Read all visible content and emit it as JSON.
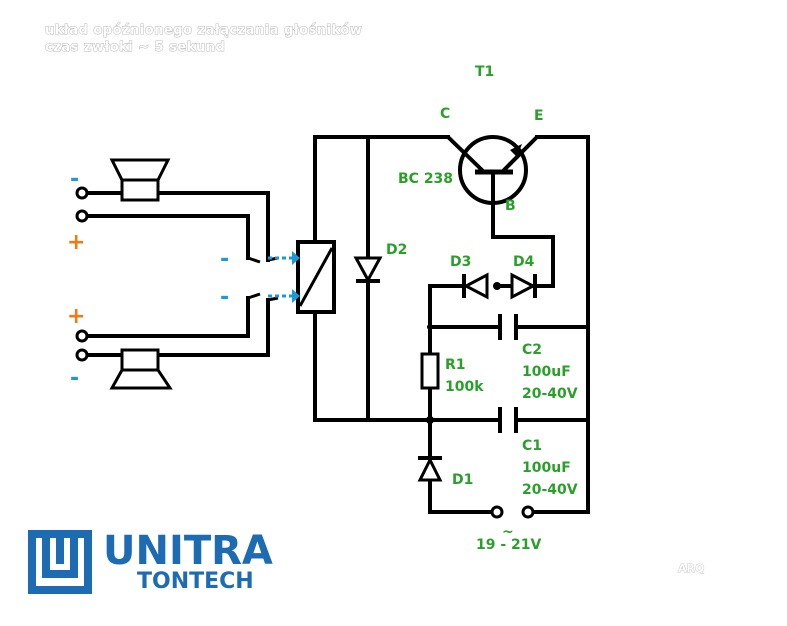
{
  "header": {
    "line1": "układ opóźnionego załączania głośników",
    "line2": "czas zwłoki ~ 5 sekund"
  },
  "components": {
    "transistor": {
      "ref": "T1",
      "type": "BC 238",
      "collector": "C",
      "emitter": "E",
      "base": "B"
    },
    "relay_diode": {
      "ref": "D2"
    },
    "diode_d3": {
      "ref": "D3"
    },
    "diode_d4": {
      "ref": "D4"
    },
    "diode_d1": {
      "ref": "D1"
    },
    "resistor": {
      "ref": "R1",
      "value": "100k"
    },
    "cap_c2": {
      "ref": "C2",
      "value": "100uF",
      "voltage": "20-40V"
    },
    "cap_c1": {
      "ref": "C1",
      "value": "100uF",
      "voltage": "20-40V"
    }
  },
  "supply": {
    "symbol": "~",
    "label": "19 - 21V"
  },
  "speakers": {
    "top": {
      "minus": "-",
      "plus": "+"
    },
    "bottom": {
      "plus": "+",
      "minus": "-"
    },
    "amp_minus_1": "-",
    "amp_minus_2": "-"
  },
  "logo": {
    "line1": "UNITRA",
    "line2": "TONTECH"
  },
  "signature": "ARQ",
  "colors": {
    "wire": "#000000",
    "label_green": "#2aa02a",
    "minus_blue": "#1a9ad7",
    "plus_orange": "#f07a14",
    "logo_blue": "#1c6bb3"
  }
}
